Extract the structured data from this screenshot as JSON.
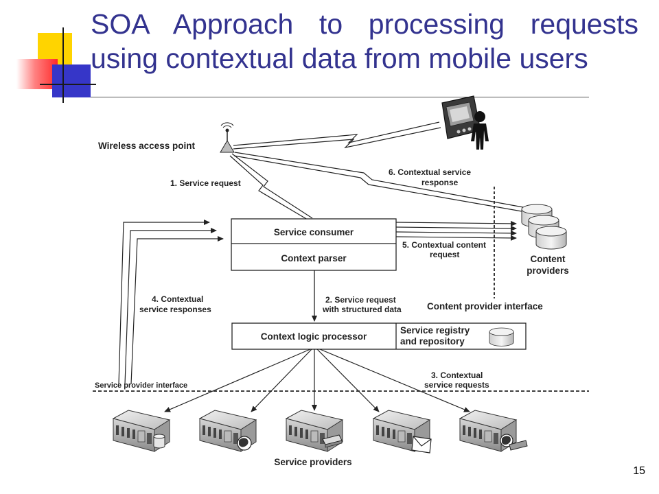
{
  "slide": {
    "title": "SOA Approach to processing requests using contextual data from mobile users",
    "page_number": "15"
  },
  "colors": {
    "title": "#33338f",
    "accent_yellow": "#ffd400",
    "accent_red": "#ff2a2a",
    "accent_blue": "#3636c8",
    "line": "#222222"
  },
  "diagram": {
    "wireless_access_point": "Wireless access point",
    "step1": "1. Service request",
    "step6": [
      "6. Contextual service",
      "response"
    ],
    "service_consumer": "Service consumer",
    "context_parser": "Context parser",
    "step5": [
      "5. Contextual content",
      "request"
    ],
    "content_providers": [
      "Content",
      "providers"
    ],
    "content_provider_interface": "Content provider interface",
    "step4": [
      "4. Contextual",
      "service responses"
    ],
    "step2": [
      "2. Service request",
      "with structured data"
    ],
    "context_logic_processor": "Context logic processor",
    "service_registry": [
      "Service registry",
      "and repository"
    ],
    "service_provider_interface": "Service provider interface",
    "step3": [
      "3. Contextual",
      "service requests"
    ],
    "service_providers": "Service providers"
  },
  "icons": [
    "mobile-device-icon",
    "person-icon",
    "antenna-icon",
    "database-icon",
    "server-icon",
    "globe-icon",
    "envelope-icon"
  ]
}
